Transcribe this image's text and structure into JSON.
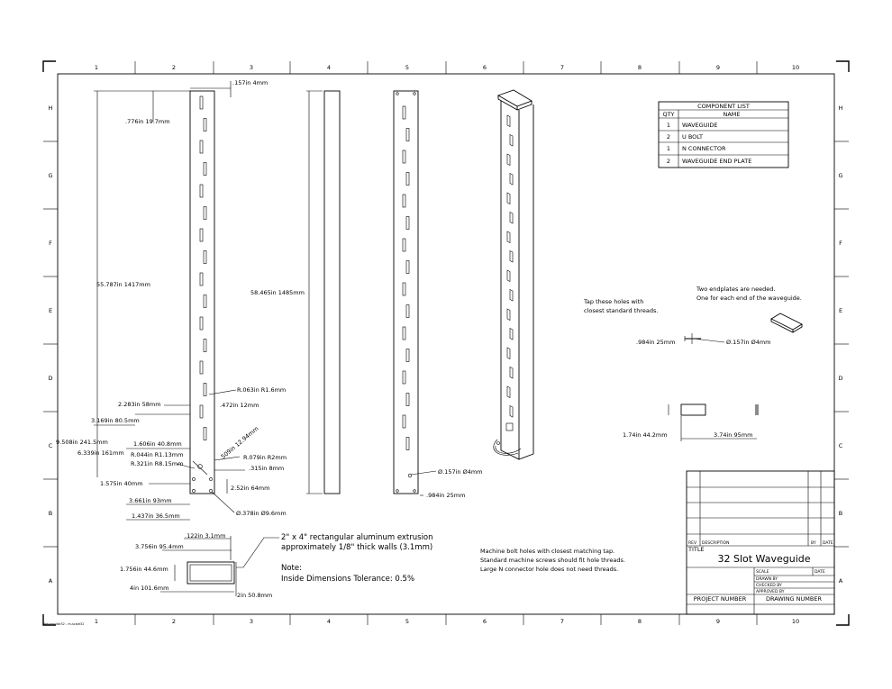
{
  "border": {
    "columns": [
      "1",
      "2",
      "3",
      "4",
      "5",
      "6",
      "7",
      "8",
      "9",
      "10"
    ],
    "rows": [
      "H",
      "G",
      "F",
      "E",
      "D",
      "C",
      "B",
      "A"
    ]
  },
  "component_list": {
    "title": "COMPONENT LIST",
    "headers": [
      "QTY",
      "NAME"
    ],
    "rows": [
      {
        "qty": "1",
        "name": "WAVEGUIDE"
      },
      {
        "qty": "2",
        "name": "U BOLT"
      },
      {
        "qty": "1",
        "name": "N CONNECTOR"
      },
      {
        "qty": "2",
        "name": "WAVEGUIDE END PLATE"
      }
    ]
  },
  "dimensions": {
    "top_offset": ".157in 4mm",
    "first_slot": ".776in 19.7mm",
    "total_length": "55.787in 1417mm",
    "extrusion_length": "58.465in 1485mm",
    "r_063": "R.063in R1.6mm",
    "w_472": ".472in 12mm",
    "d_2283": "2.283in 58mm",
    "d_3169": "3.169in 80.5mm",
    "d_9508": "9.508in 241.5mm",
    "d_1606": "1.606in 40.8mm",
    "d_6339": "6.339in 161mm",
    "r_044": "R.044in R1.13mm",
    "r_321": "R.321in R8.15mm",
    "diag_509": ".509in 12.94mm",
    "r_079": "R.079in R2mm",
    "w_315": ".315in 8mm",
    "d_1575": "1.575in 40mm",
    "d_252": "2.52in 64mm",
    "d_3661": "3.661in 93mm",
    "d_1437": "1.437in 36.5mm",
    "dia_378": "Ø.378in Ø9.6mm",
    "dia_157_side": "Ø.157in Ø4mm",
    "d_984_side": ".984in 25mm",
    "sec_122": ".122in 3.1mm",
    "sec_3756": "3.756in 95.4mm",
    "sec_1756": "1.756in 44.6mm",
    "sec_4": "4in 101.6mm",
    "sec_2": "2in 50.8mm",
    "ep_984": ".984in 25mm",
    "ep_dia157": "Ø.157in Ø4mm",
    "ep_174": "1.74in 44.2mm",
    "ep_374": "3.74in 95mm"
  },
  "notes": {
    "extrusion_line1": "2\" x 4\" rectangular aluminum extrusion",
    "extrusion_line2": "approximately 1/8\" thick walls (3.1mm)",
    "note_label": "Note:",
    "tolerance": "Inside Dimensions Tolerance: 0.5%",
    "machine_line1": "Machine bolt holes with closest matching tap.",
    "machine_line2": "Standard machine screws should fit hole threads.",
    "machine_line3": "Large N connector hole does not need threads.",
    "tap_line1": "Tap these holes with",
    "tap_line2": "closest standard threads.",
    "endplate_line1": "Two endplates are needed.",
    "endplate_line2": "One for each end of the waveguide."
  },
  "title_block": {
    "rev": "REV",
    "description": "DESCRIPTION",
    "by": "BY",
    "date": "DATE",
    "title_label": "TITLE",
    "title": "32 Slot Waveguide",
    "scale": "SCALE",
    "date2": "DATE",
    "drawn_by": "DRAWN BY",
    "checked_by": "CHECKED BY",
    "approved_by": "APPROVED BY",
    "project_number": "PROJECT NUMBER",
    "drawing_number": "DRAWING NUMBER"
  },
  "corner_stamp": "Waveguide32 - m-scale32"
}
